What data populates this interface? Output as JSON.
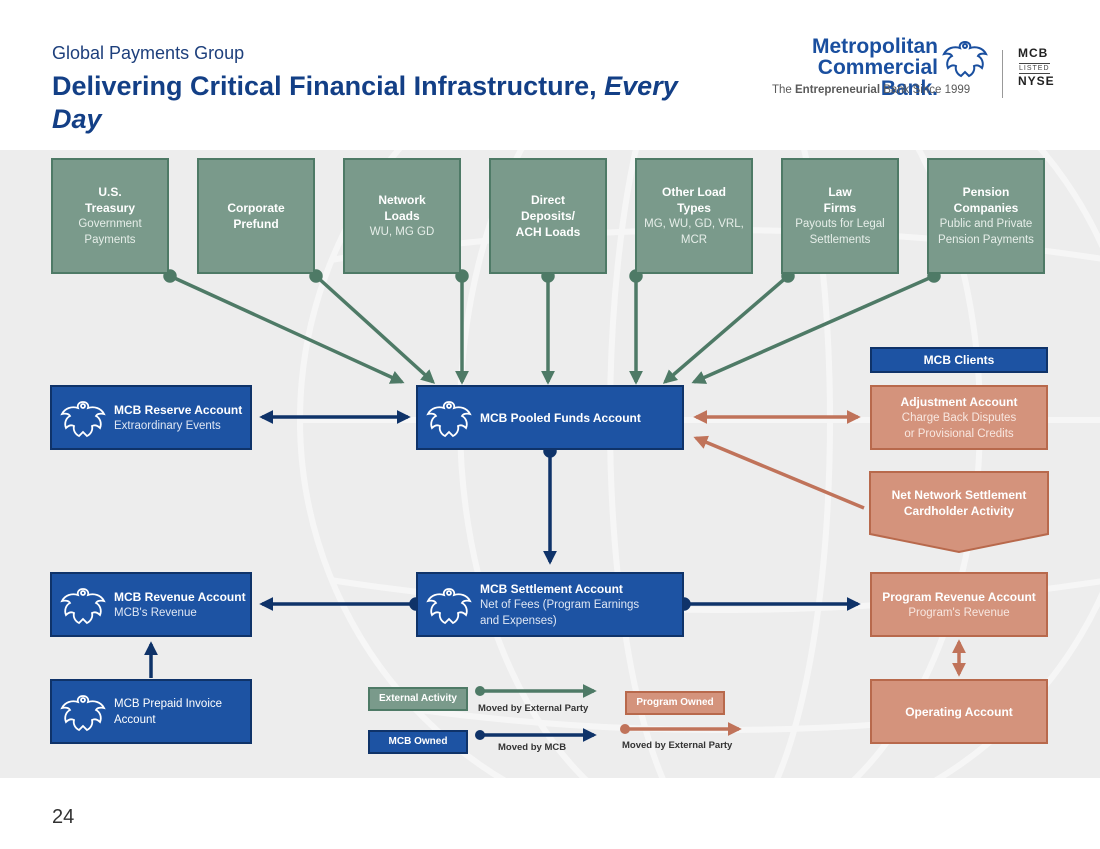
{
  "header": {
    "subtitle": "Global Payments Group",
    "title_main": "Delivering Critical Financial Infrastructure, ",
    "title_italic": "Every Day"
  },
  "logo": {
    "line1": "Metropolitan",
    "line2": "Commercial Bank.",
    "tag_pre": "The ",
    "tag_bold": "Entrepreneurial",
    "tag_post": " Bank Since 1999",
    "badge_top": "MCB",
    "badge_mid": "LISTED",
    "badge_bot": "NYSE"
  },
  "sources": [
    {
      "title": "U.S.\nTreasury",
      "desc": "Government\nPayments"
    },
    {
      "title": "Corporate\nPrefund",
      "desc": ""
    },
    {
      "title": "Network\nLoads",
      "desc": "WU, MG GD"
    },
    {
      "title": "Direct\nDeposits/\nACH Loads",
      "desc": ""
    },
    {
      "title": "Other Load\nTypes",
      "desc": "MG, WU, GD, VRL,\nMCR"
    },
    {
      "title": "Law\nFirms",
      "desc": "Payouts for Legal\nSettlements"
    },
    {
      "title": "Pension\nCompanies",
      "desc": "Public and Private\nPension Payments"
    }
  ],
  "mcb_accounts": {
    "reserve": {
      "title": "MCB Reserve Account",
      "desc": "Extraordinary Events"
    },
    "pooled": {
      "title": "MCB Pooled Funds Account"
    },
    "revenue": {
      "title": "MCB Revenue Account",
      "desc": "MCB's Revenue"
    },
    "settlement": {
      "title": "MCB Settlement Account",
      "desc": "Net of Fees (Program Earnings\nand Expenses)"
    },
    "prepaid": {
      "label": "MCB Prepaid Invoice\nAccount"
    }
  },
  "clients": {
    "tag": "MCB Clients",
    "adjustment": {
      "title": "Adjustment Account",
      "desc": "Charge Back Disputes\nor Provisional Credits"
    },
    "net_network": {
      "title": "Net Network Settlement\nCardholder Activity"
    },
    "program_revenue": {
      "title": "Program Revenue Account",
      "desc": "Program's Revenue"
    },
    "operating": {
      "title": "Operating Account"
    }
  },
  "legend": {
    "external_activity": "External Activity",
    "moved_external_1": "Moved by External Party",
    "mcb_owned": "MCB Owned",
    "moved_mcb": "Moved by MCB",
    "program_owned": "Program Owned",
    "moved_external_2": "Moved by External Party"
  },
  "colors": {
    "external": "#7a9a8b",
    "external_arrow": "#4e7a66",
    "mcb": "#1d53a3",
    "mcb_arrow": "#0f3369",
    "program": "#d4937c",
    "program_arrow": "#c0735a"
  },
  "page_number": "24"
}
